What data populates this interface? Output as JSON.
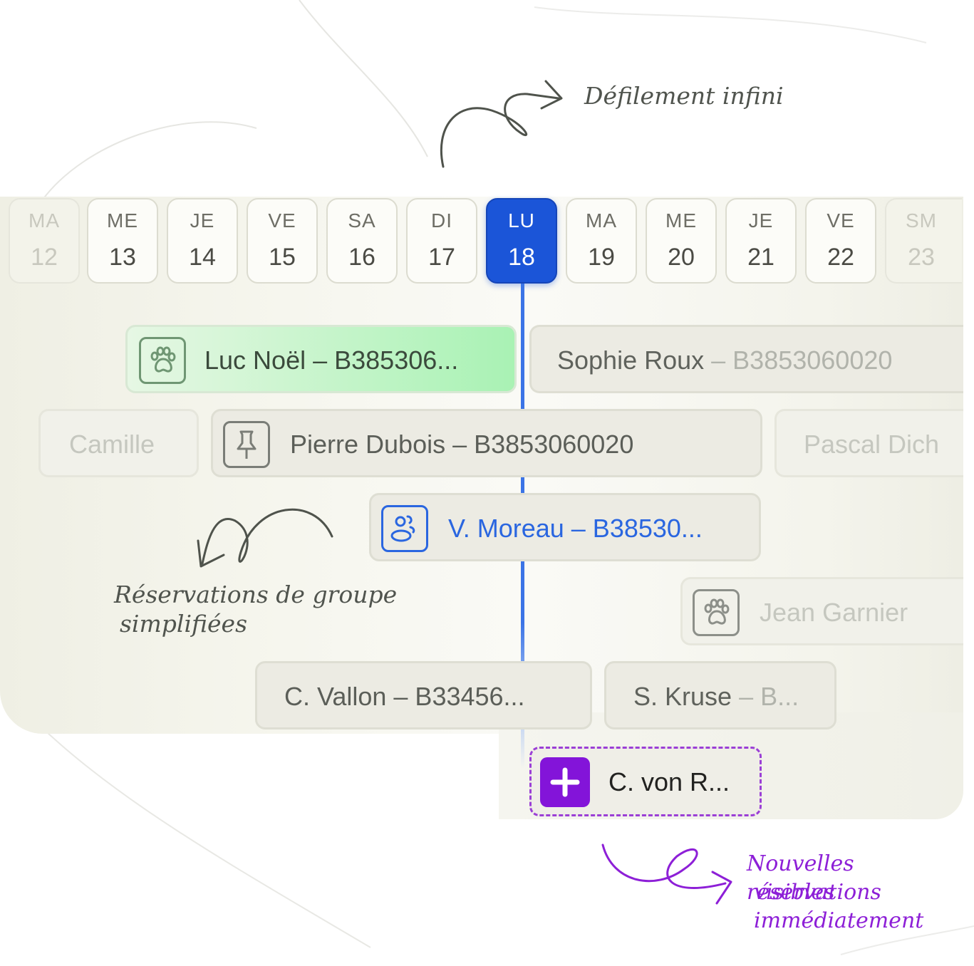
{
  "annotations": {
    "infinite_scroll": "Défilement infini",
    "group_bookings": [
      "Réservations de groupe",
      "simplifiées"
    ],
    "new_bookings": [
      "Nouvelles réservations",
      "visibles immédiatement"
    ]
  },
  "calendar": {
    "active_day": "18",
    "days": [
      {
        "name": "MA",
        "num": "12",
        "state": "faded"
      },
      {
        "name": "ME",
        "num": "13",
        "state": "normal"
      },
      {
        "name": "JE",
        "num": "14",
        "state": "normal"
      },
      {
        "name": "VE",
        "num": "15",
        "state": "normal"
      },
      {
        "name": "SA",
        "num": "16",
        "state": "normal"
      },
      {
        "name": "DI",
        "num": "17",
        "state": "normal"
      },
      {
        "name": "LU",
        "num": "18",
        "state": "active"
      },
      {
        "name": "MA",
        "num": "19",
        "state": "normal"
      },
      {
        "name": "ME",
        "num": "20",
        "state": "normal"
      },
      {
        "name": "JE",
        "num": "21",
        "state": "normal"
      },
      {
        "name": "VE",
        "num": "22",
        "state": "normal"
      },
      {
        "name": "SM",
        "num": "23",
        "state": "faded"
      }
    ]
  },
  "bookings": {
    "luc": {
      "name": "Luc Noël",
      "ref": " – B385306...",
      "icon": "paw-icon"
    },
    "sophie": {
      "name": "Sophie Roux",
      "ref": "  – B3853060020"
    },
    "camille": {
      "name": "Camille"
    },
    "pierre": {
      "name": "Pierre Dubois",
      "ref": "  – B3853060020",
      "icon": "pushpin-icon"
    },
    "pascal": {
      "name": "Pascal Dich"
    },
    "moreau": {
      "name": "V. Moreau",
      "ref": " – B38530...",
      "icon": "group-icon"
    },
    "jean": {
      "name": "Jean Garnier",
      "icon": "paw-icon"
    },
    "vallon": {
      "name": "C. Vallon",
      "ref": " – B33456..."
    },
    "kruse": {
      "name": "S. Kruse",
      "ref": " – B..."
    },
    "vonr": {
      "name": "C. von R...",
      "icon": "plus-icon"
    }
  },
  "colors": {
    "active_day": "#1b55d8",
    "timeline": "#3b74e6",
    "group_booking": "#2a66e0",
    "new_booking": "#8314d9",
    "paw_booking": "#a9f2b4"
  }
}
